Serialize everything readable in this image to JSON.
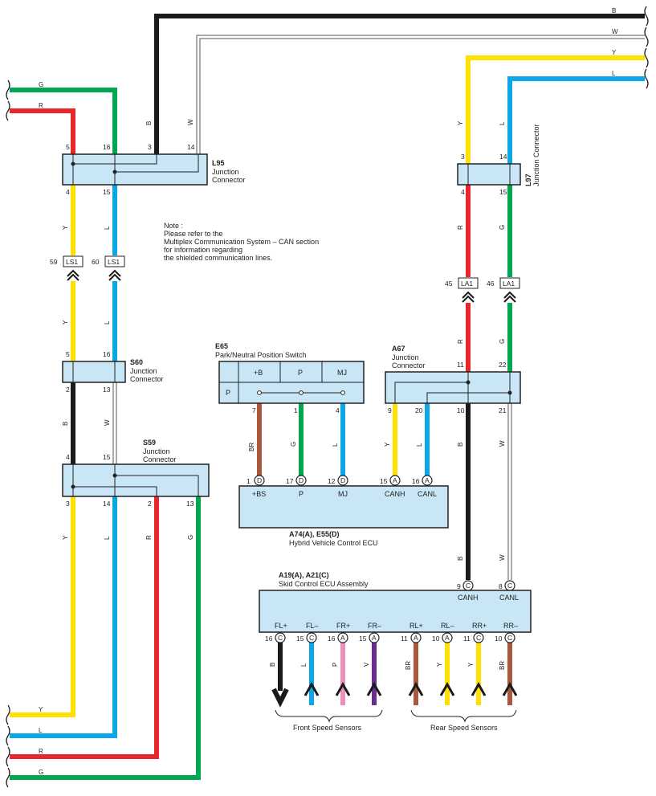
{
  "colors": {
    "B": "#1a1a1a",
    "W": "#ffffff",
    "Y": "#ffe000",
    "L": "#0aa6e6",
    "G": "#00a650",
    "R": "#e8262b",
    "BR": "#a9583c",
    "P": "#ee8fba",
    "V": "#6a2c91",
    "box_fill": "#c8e6f5"
  },
  "wire_letters": {
    "B": "B",
    "W": "W",
    "Y": "Y",
    "L": "L",
    "G": "G",
    "R": "R",
    "BR": "BR",
    "P": "P",
    "V": "V"
  },
  "note": {
    "line1": "Note :",
    "line2": "Please refer to the",
    "line3": "Multiplex Communication System – CAN section",
    "line4": "for information regarding",
    "line5": "the shielded communication lines."
  },
  "connectors": {
    "L95": {
      "code": "L95",
      "name1": "Junction",
      "name2": "Connector",
      "pins_top": [
        "5",
        "16",
        "3",
        "14"
      ],
      "pins_bottom": [
        "4",
        "15"
      ]
    },
    "L97": {
      "code": "L97",
      "name": "Junction Connector",
      "pins_top": [
        "3",
        "14"
      ],
      "pins_bottom": [
        "4",
        "15"
      ]
    },
    "S60": {
      "code": "S60",
      "name1": "Junction",
      "name2": "Connector",
      "pins_top": [
        "5",
        "16"
      ],
      "pins_bottom": [
        "2",
        "13"
      ]
    },
    "S59": {
      "code": "S59",
      "name1": "Junction",
      "name2": "Connector",
      "pins_top": [
        "4",
        "15"
      ],
      "pins_bottom": [
        "3",
        "14",
        "2",
        "13"
      ]
    },
    "A67": {
      "code": "A67",
      "name1": "Junction",
      "name2": "Connector",
      "pins_top": [
        "11",
        "22"
      ],
      "pins_bottom": [
        "9",
        "20",
        "10",
        "21"
      ]
    },
    "E65": {
      "code": "E65",
      "name": "Park/Neutral Position Switch",
      "cols": [
        "+B",
        "P",
        "MJ"
      ],
      "row": "P",
      "pins_bottom": [
        "7",
        "1",
        "4"
      ]
    },
    "ECU_HV": {
      "code": "A74(A), E55(D)",
      "name": "Hybrid Vehicle Control ECU",
      "pins": [
        {
          "num": "1",
          "conn": "D",
          "label": "+BS"
        },
        {
          "num": "17",
          "conn": "D",
          "label": "P"
        },
        {
          "num": "12",
          "conn": "D",
          "label": "MJ"
        },
        {
          "num": "15",
          "conn": "A",
          "label": "CANH"
        },
        {
          "num": "16",
          "conn": "A",
          "label": "CANL"
        }
      ]
    },
    "ECU_SKID": {
      "code": "A19(A), A21(C)",
      "name": "Skid Control ECU Assembly",
      "top_pins": [
        {
          "num": "9",
          "conn": "C",
          "label": "CANH"
        },
        {
          "num": "8",
          "conn": "C",
          "label": "CANL"
        }
      ],
      "bottom_pins": [
        {
          "num": "16",
          "conn": "C",
          "label": "FL+"
        },
        {
          "num": "15",
          "conn": "C",
          "label": "FL–"
        },
        {
          "num": "16",
          "conn": "A",
          "label": "FR+"
        },
        {
          "num": "15",
          "conn": "A",
          "label": "FR–"
        },
        {
          "num": "11",
          "conn": "A",
          "label": "RL+"
        },
        {
          "num": "10",
          "conn": "A",
          "label": "RL–"
        },
        {
          "num": "11",
          "conn": "C",
          "label": "RR+"
        },
        {
          "num": "10",
          "conn": "C",
          "label": "RR–"
        }
      ]
    }
  },
  "inline_connectors": {
    "LS1_a": {
      "num": "59",
      "label": "LS1"
    },
    "LS1_b": {
      "num": "60",
      "label": "LS1"
    },
    "LA1_a": {
      "num": "45",
      "label": "LA1"
    },
    "LA1_b": {
      "num": "46",
      "label": "LA1"
    }
  },
  "groups": {
    "front": "Front Speed Sensors",
    "rear": "Rear Speed Sensors"
  }
}
